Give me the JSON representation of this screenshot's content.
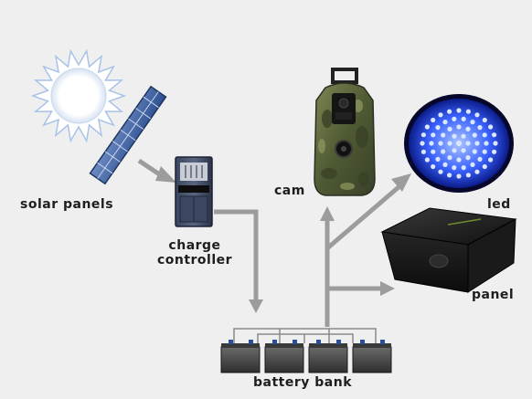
{
  "labels": {
    "solar_panels": "solar panels",
    "charge_controller_line1": "charge",
    "charge_controller_line2": "controller",
    "cam": "cam",
    "led": "led",
    "panel": "panel",
    "battery_bank": "battery bank"
  },
  "colors": {
    "background": "#efefef",
    "wire": "#9c9c9c",
    "solar_panel": "#4a6fae",
    "controller": "#2f3b52",
    "battery": "#4a4a4a",
    "camo": "#5f6a3e",
    "led_glow": "#2f5bff",
    "box": "#1b1b1b"
  },
  "icons": [
    "sun-icon",
    "solar-panel-icon",
    "charge-controller-icon",
    "trail-camera-icon",
    "led-light-icon",
    "panel-box-icon",
    "battery-icon"
  ]
}
